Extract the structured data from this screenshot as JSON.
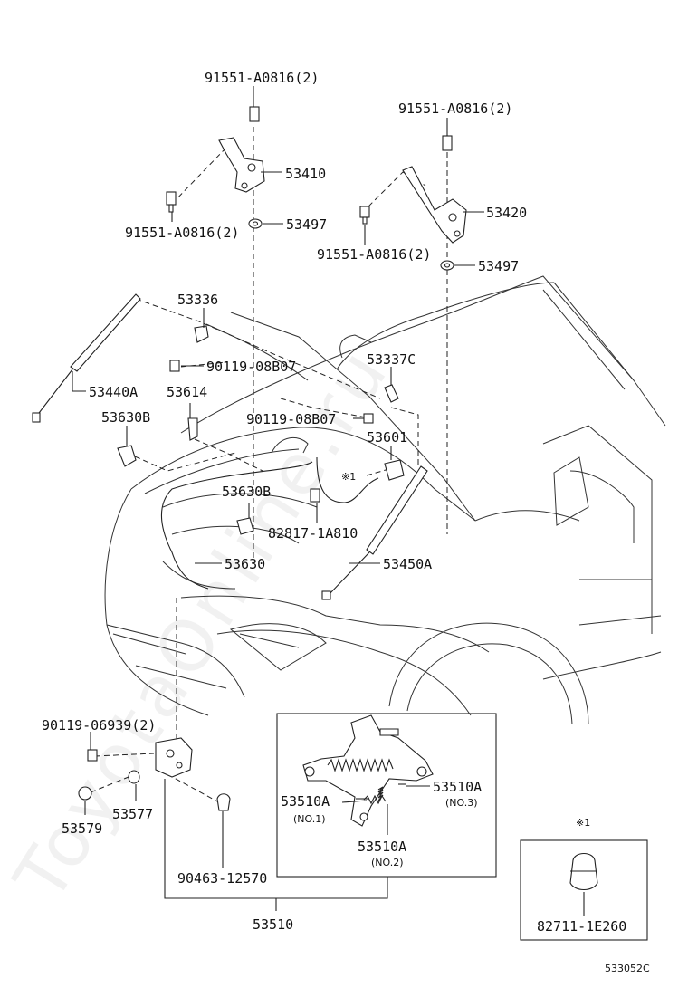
{
  "watermark": "ToyotaOnline.ru",
  "diagram_code": "533052C",
  "callouts": {
    "bolt_hinge_left_top": "91551-A0816(2)",
    "bolt_hinge_right_top": "91551-A0816(2)",
    "hinge_left": "53410",
    "hinge_right": "53420",
    "bolt_hinge_left_side": "91551-A0816(2)",
    "bolt_hinge_right_side": "91551-A0816(2)",
    "washer_left": "53497",
    "washer_right": "53497",
    "support_clip": "53336",
    "screw_clip": "90119-08B07",
    "screw_lock": "90119-08B07",
    "hood_stay_left": "53440A",
    "bracket_614": "53614",
    "clamp_630b_upper": "53630B",
    "clip_337c": "53337C",
    "handle_601": "53601",
    "note_mark": "※1",
    "clamp_630b_lower": "53630B",
    "clip_82817": "82817-1A810",
    "release_cable": "53630",
    "hood_stay_right": "53450A",
    "screw_lock_bolts": "90119-06939(2)",
    "cushion_577": "53577",
    "cushion_579": "53579",
    "cable_clip_90463": "90463-12570",
    "lock_assy": "53510",
    "spring_no1": "53510A",
    "spring_no1_sub": "(NO.1)",
    "spring_no2": "53510A",
    "spring_no2_sub": "(NO.2)",
    "spring_no3": "53510A",
    "spring_no3_sub": "(NO.3)",
    "inset_mark": "※1",
    "inset_part": "82711-1E260"
  },
  "icons": {
    "bolt": "bolt-icon",
    "washer": "washer-icon",
    "hinge": "hinge-icon",
    "spring": "spring-icon",
    "clip": "clip-icon"
  }
}
